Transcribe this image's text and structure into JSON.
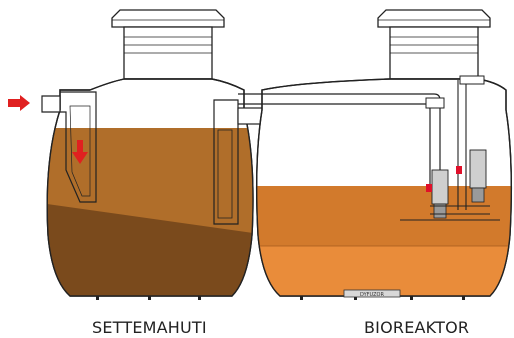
{
  "tanks": [
    {
      "caption": "SETTEMAHUTI"
    },
    {
      "caption": "BIOREAKTOR"
    }
  ],
  "labels": {
    "diffuser": "DYFUZOR"
  },
  "colors": {
    "outline": "#222222",
    "sludge_dark": "#7a4a1c",
    "sludge_light": "#b06e2a",
    "bio_orange": "#e98c3a",
    "bio_orange_dark": "#d27a2c",
    "arrow_red": "#e02020",
    "valve_red": "#e0102a",
    "pipe_gray": "#cfcfcf"
  },
  "icons": {
    "inflow_arrow": "right-arrow-icon",
    "flow_down_arrow": "down-arrow-icon"
  }
}
